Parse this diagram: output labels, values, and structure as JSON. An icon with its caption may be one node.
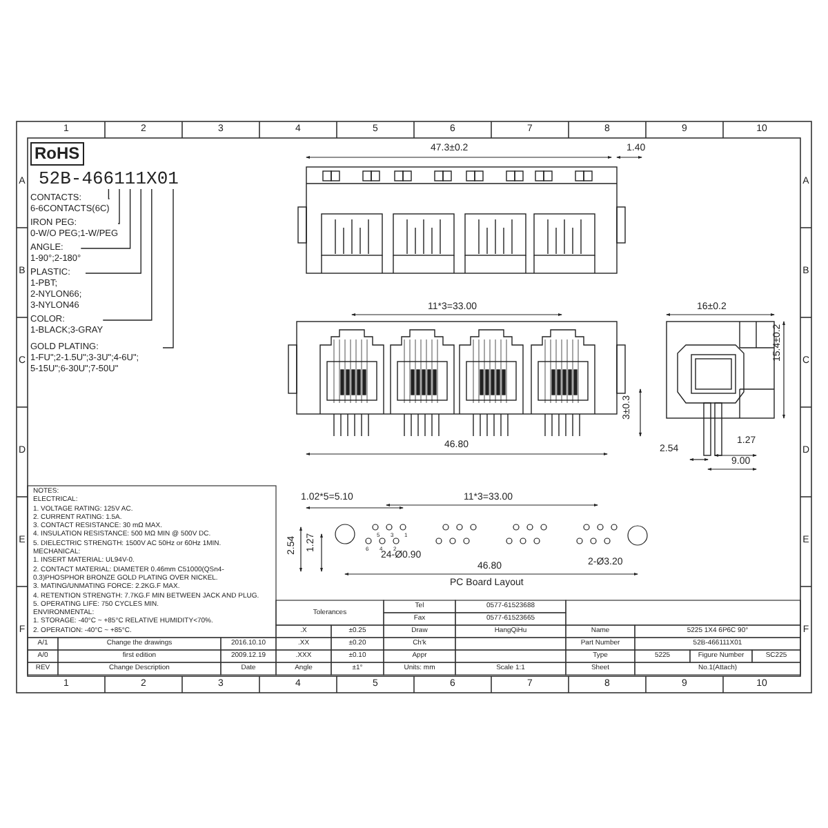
{
  "diagram": {
    "nodes": [
      {
        "text": [
          "RoHS"
        ]
      },
      {
        "text": [
          "52B-466111X01"
        ]
      },
      {
        "text": [
          "CONTACTS:",
          "6-6CONTACTS(6C)"
        ]
      },
      {
        "text": [
          "IRON PEG:",
          "0-W/O PEG;1-W/PEG"
        ]
      },
      {
        "text": [
          "ANGLE:",
          "1-90°;2-180°"
        ]
      },
      {
        "text": [
          "PLASTIC:",
          "1-PBT; 2-NYLON66; 3-NYLON46"
        ]
      },
      {
        "text": [
          "COLOR:",
          "1-BLACK;3-GRAY"
        ]
      },
      {
        "text": [
          "GOLD PLATING:",
          "1-FU\";2-1.5U\";3-3U\";4-6U\"; 5-15U\";6-30U\";7-50U\""
        ]
      }
    ],
    "edges": [
      {
        "from": 2,
        "to": 1,
        "arrow": "none"
      },
      {
        "from": 3,
        "to": 1,
        "arrow": "none"
      },
      {
        "from": 4,
        "to": 1,
        "arrow": "none"
      },
      {
        "from": 5,
        "to": 1,
        "arrow": "none"
      },
      {
        "from": 6,
        "to": 1,
        "arrow": "none"
      },
      {
        "from": 7,
        "to": 1,
        "arrow": "none"
      }
    ],
    "labels": [
      "1",
      "2",
      "3",
      "4",
      "5",
      "6",
      "7",
      "8",
      "9",
      "10",
      "A",
      "B",
      "C",
      "D",
      "E",
      "F",
      "A",
      "B",
      "C",
      "D",
      "E",
      "F",
      "47.3±0.2",
      "1.40",
      "11*3=33.00",
      "16±0.2",
      "3±0.3",
      "15.4±0.2",
      "46.80",
      "2.54",
      "1.27",
      "9.00",
      "1.02*5=5.10",
      "11*3=33.00",
      "5",
      "3",
      "1",
      "6",
      "4",
      "2",
      "2.54",
      "1.27",
      "24-Ø0.90",
      "46.80",
      "2-Ø3.20",
      "PC Board Layout",
      "NOTES:",
      "ELECTRICAL:",
      "1. VOLTAGE RATING: 125V AC.",
      "2. CURRENT RATING: 1.5A.",
      "3. CONTACT RESISTANCE: 30 mΩ MAX.",
      "4. INSULATION RESISTANCE: 500 MΩ MIN @ 500V DC.",
      "5. DIELECTRIC STRENGTH: 1500V AC 50Hz or 60Hz 1MIN.",
      "MECHANICAL:",
      "1. INSERT MATERIAL: UL94V-0.",
      "2. CONTACT MATERIAL: DIAMETER 0.46mm C51000(QSn4-0.3)PHOSPHOR BRONZE GOLD PLATING OVER NICKEL.",
      "3. MATING/UNMATING FORCE: 2.2KG.F MAX.",
      "4. RETENTION STRENGTH: 7.7KG.F MIN BETWEEN JACK AND PLUG.",
      "5. OPERATING LIFE: 750 CYCLES MIN.",
      "ENVIRONMENTAL:",
      "1. STORAGE: -40°C ~ +85°C RELATIVE HUMIDITY<70%.",
      "2. OPERATION: -40°C ~ +85°C.",
      "Tolerances",
      "Tel",
      "0577-61523688",
      "Fax",
      "0577-61523665",
      ".X",
      "±0.25",
      "Draw",
      "HangQiHu",
      "Name",
      "5225 1X4 6P6C 90°",
      "A/1",
      "Change the drawings",
      "2016.10.10",
      ".XX",
      "±0.20",
      "Ch'k",
      "Part Number",
      "52B-466111X01",
      "A/0",
      "first edition",
      "2009.12.19",
      ".XXX",
      "±0.10",
      "Appr",
      "Type",
      "5225",
      "Figure Number",
      "SC225",
      "REV",
      "Change Description",
      "Date",
      "Angle",
      "±1°",
      "Units: mm",
      "Scale 1:1",
      "Sheet",
      "No.1(Attach)",
      "1",
      "2",
      "3",
      "4",
      "5",
      "6",
      "7",
      "8",
      "9",
      "10"
    ]
  }
}
